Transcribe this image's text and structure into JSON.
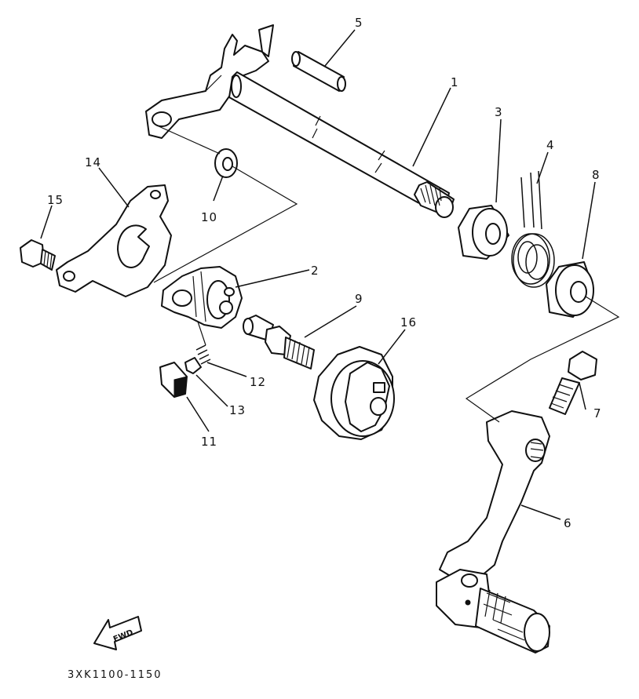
{
  "diagram": {
    "drawing_code": "3XK1100-1150",
    "direction_arrow_text": "FWD",
    "parts": [
      {
        "id": "1",
        "label": "1"
      },
      {
        "id": "2",
        "label": "2"
      },
      {
        "id": "3",
        "label": "3"
      },
      {
        "id": "4",
        "label": "4"
      },
      {
        "id": "5",
        "label": "5"
      },
      {
        "id": "6",
        "label": "6"
      },
      {
        "id": "7",
        "label": "7"
      },
      {
        "id": "8",
        "label": "8"
      },
      {
        "id": "9",
        "label": "9"
      },
      {
        "id": "10",
        "label": "10"
      },
      {
        "id": "11",
        "label": "11"
      },
      {
        "id": "12",
        "label": "12"
      },
      {
        "id": "13",
        "label": "13"
      },
      {
        "id": "14",
        "label": "14"
      },
      {
        "id": "15",
        "label": "15"
      },
      {
        "id": "16",
        "label": "16"
      }
    ]
  }
}
